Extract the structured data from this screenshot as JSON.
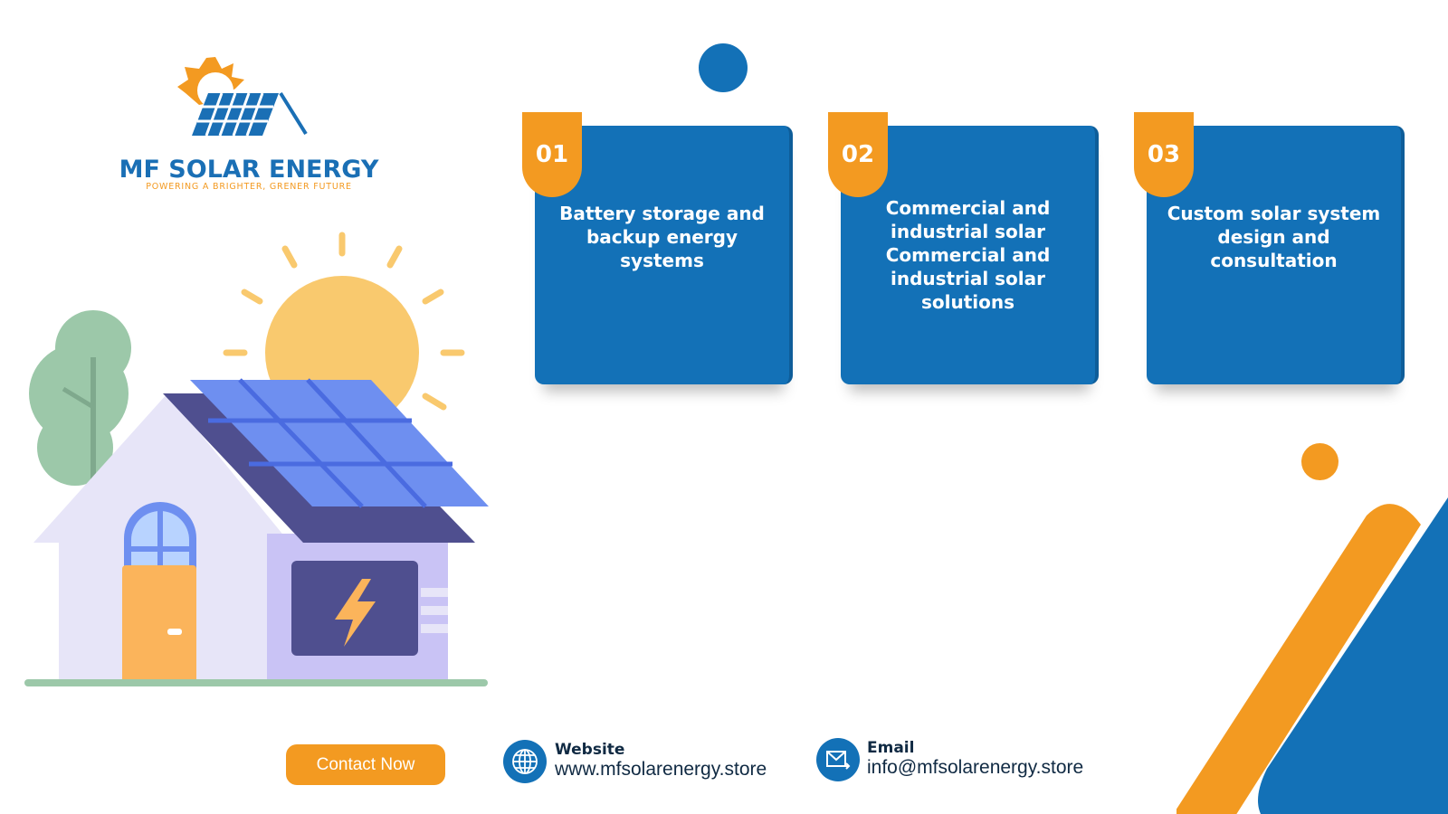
{
  "logo": {
    "brand": "MF SOLAR ENERGY",
    "tagline": "POWERING A BRIGHTER, GRENER FUTURE"
  },
  "cards": [
    {
      "number": "01",
      "text": "Battery storage and backup energy systems"
    },
    {
      "number": "02",
      "text": "Commercial and industrial solar Commercial and industrial solar solutions"
    },
    {
      "number": "03",
      "text": "Custom solar system design and consultation"
    }
  ],
  "contact": {
    "button": "Contact Now",
    "website_label": "Website",
    "website": "www.mfsolarenergy.store",
    "email_label": "Email",
    "email": "info@mfsolarenergy.store"
  },
  "colors": {
    "blue": "#1371b7",
    "orange": "#f39a21"
  }
}
